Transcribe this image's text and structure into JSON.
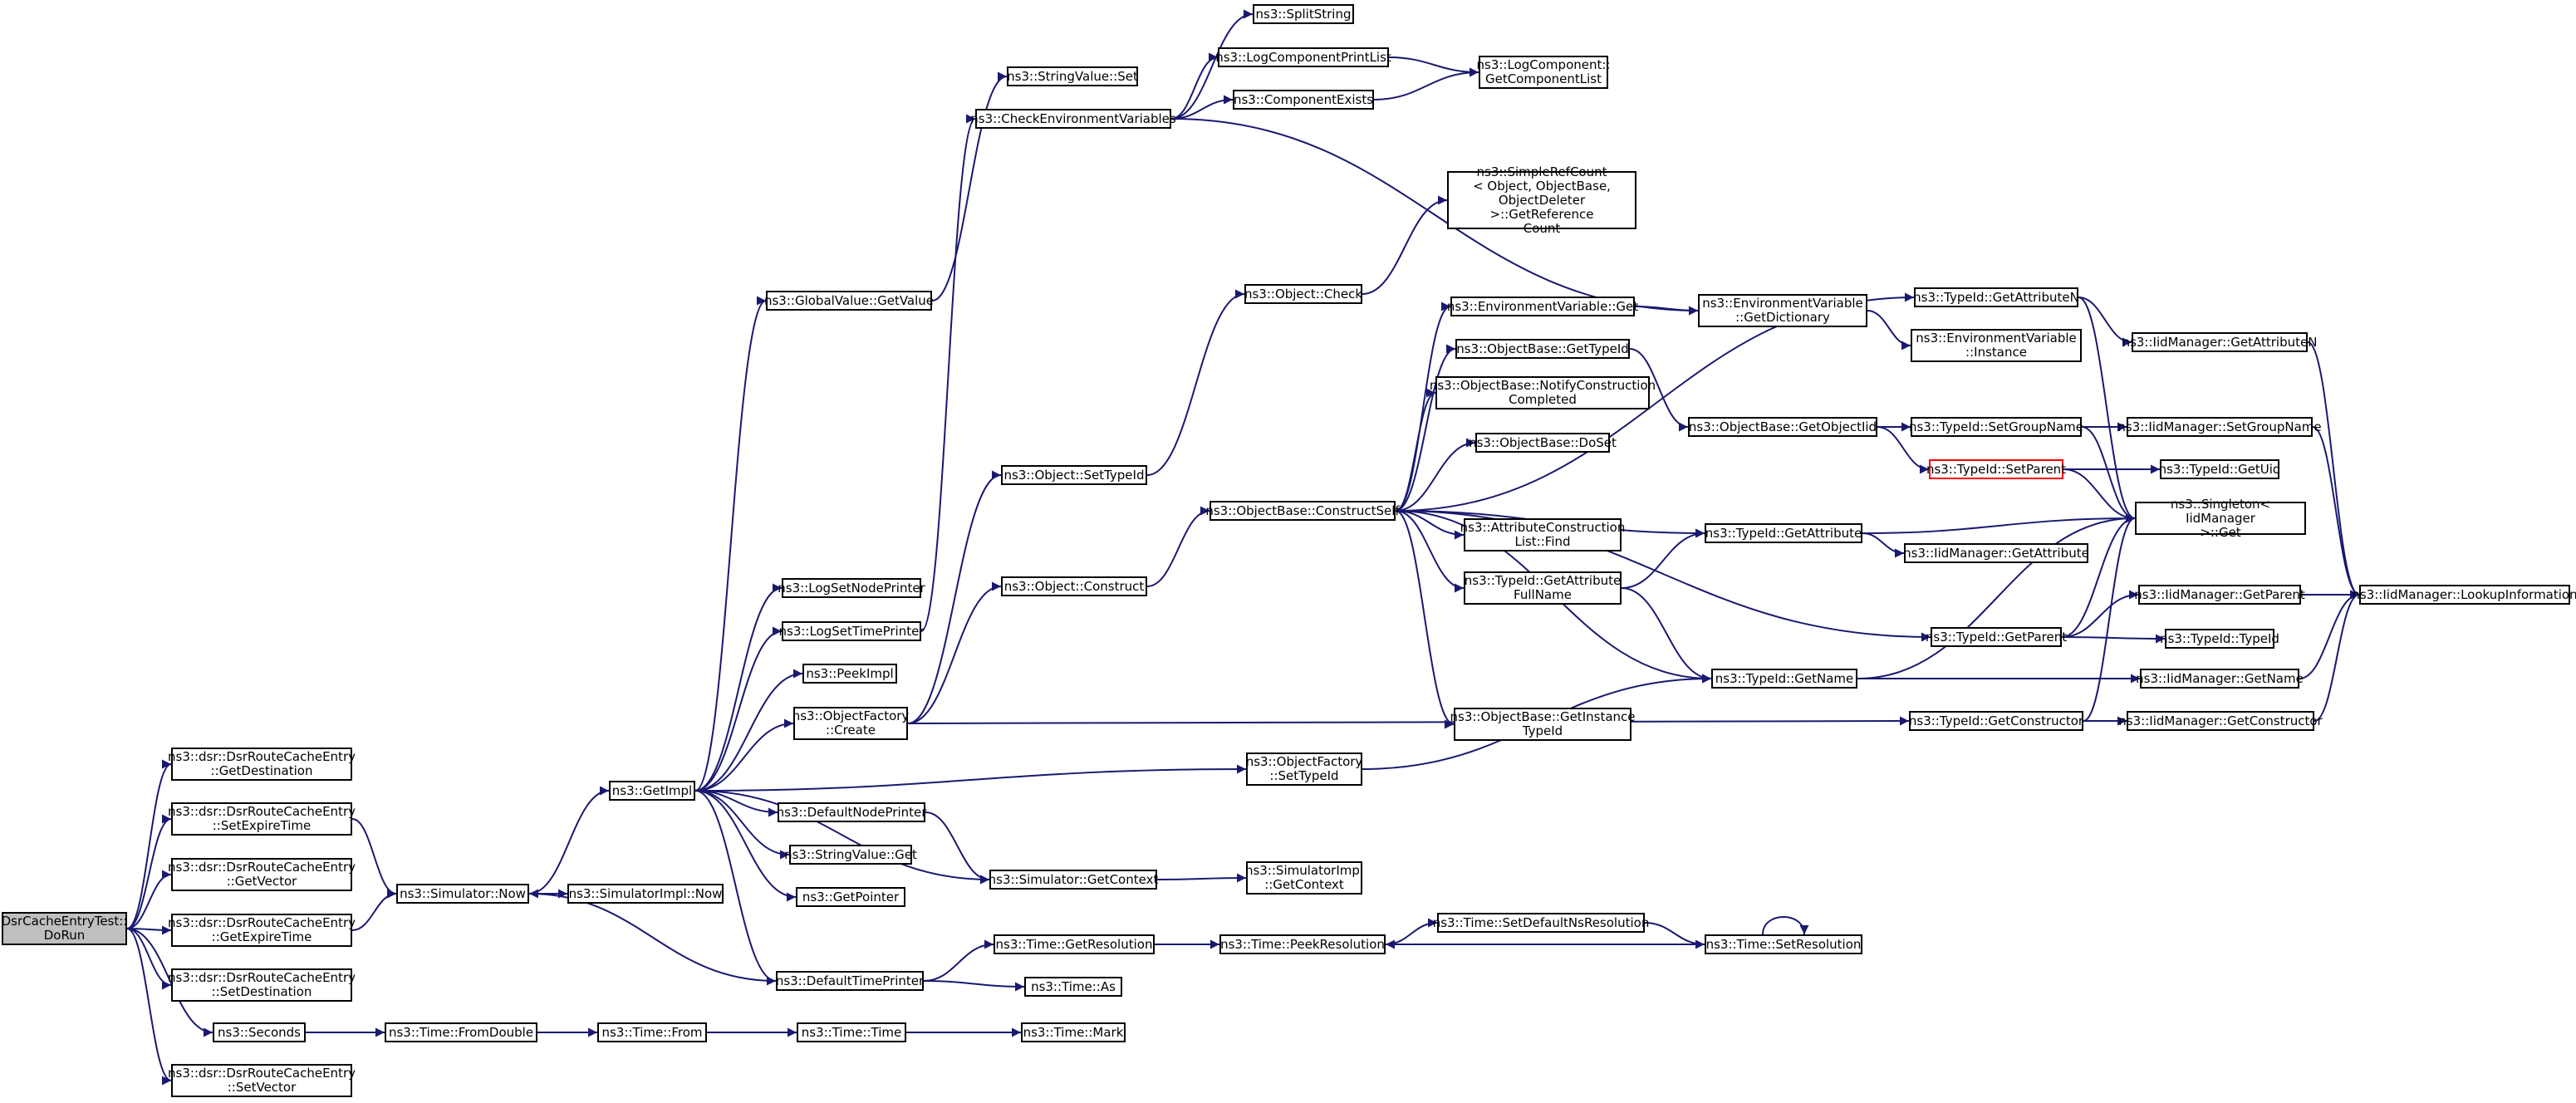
{
  "nodes": [
    {
      "id": "root",
      "label": "DsrCacheEntryTest::\nDoRun"
    },
    {
      "id": "getdest",
      "label": "ns3::dsr::DsrRouteCacheEntry\n::GetDestination"
    },
    {
      "id": "setexpire",
      "label": "ns3::dsr::DsrRouteCacheEntry\n::SetExpireTime"
    },
    {
      "id": "getvector",
      "label": "ns3::dsr::DsrRouteCacheEntry\n::GetVector"
    },
    {
      "id": "getexpire",
      "label": "ns3::dsr::DsrRouteCacheEntry\n::GetExpireTime"
    },
    {
      "id": "setdest",
      "label": "ns3::dsr::DsrRouteCacheEntry\n::SetDestination"
    },
    {
      "id": "seconds",
      "label": "ns3::Seconds"
    },
    {
      "id": "setvector",
      "label": "ns3::dsr::DsrRouteCacheEntry\n::SetVector"
    },
    {
      "id": "simnow",
      "label": "ns3::Simulator::Now"
    },
    {
      "id": "fromdouble",
      "label": "ns3::Time::FromDouble"
    },
    {
      "id": "simimplnow",
      "label": "ns3::SimulatorImpl::Now"
    },
    {
      "id": "getimpl",
      "label": "ns3::GetImpl"
    },
    {
      "id": "timefrom",
      "label": "ns3::Time::From"
    },
    {
      "id": "globalget",
      "label": "ns3::GlobalValue::GetValue"
    },
    {
      "id": "logsetnode",
      "label": "ns3::LogSetNodePrinter"
    },
    {
      "id": "logsettime",
      "label": "ns3::LogSetTimePrinter"
    },
    {
      "id": "peekimpl",
      "label": "ns3::PeekImpl"
    },
    {
      "id": "objfcreate",
      "label": "ns3::ObjectFactory\n::Create"
    },
    {
      "id": "defnodeprinter",
      "label": "ns3::DefaultNodePrinter"
    },
    {
      "id": "strvalget",
      "label": "ns3::StringValue::Get"
    },
    {
      "id": "getpointer",
      "label": "ns3::GetPointer"
    },
    {
      "id": "deftimeprinter",
      "label": "ns3::DefaultTimePrinter"
    },
    {
      "id": "timetime",
      "label": "ns3::Time::Time"
    },
    {
      "id": "strvalset",
      "label": "ns3::StringValue::Set"
    },
    {
      "id": "checkenv",
      "label": "ns3::CheckEnvironmentVariables"
    },
    {
      "id": "objsettypeid",
      "label": "ns3::Object::SetTypeId"
    },
    {
      "id": "objconstruct",
      "label": "ns3::Object::Construct"
    },
    {
      "id": "simgetctx",
      "label": "ns3::Simulator::GetContext"
    },
    {
      "id": "timegetres",
      "label": "ns3::Time::GetResolution"
    },
    {
      "id": "timeas",
      "label": "ns3::Time::As"
    },
    {
      "id": "timemark",
      "label": "ns3::Time::Mark"
    },
    {
      "id": "splitstring",
      "label": "ns3::SplitString"
    },
    {
      "id": "logcompprint",
      "label": "ns3::LogComponentPrintList"
    },
    {
      "id": "compexists",
      "label": "ns3::ComponentExists"
    },
    {
      "id": "objcheck",
      "label": "ns3::Object::Check"
    },
    {
      "id": "objbaseconstruct",
      "label": "ns3::ObjectBase::ConstructSelf"
    },
    {
      "id": "objfsettypeid",
      "label": "ns3::ObjectFactory\n::SetTypeId"
    },
    {
      "id": "simimplgetctx",
      "label": "ns3::SimulatorImpl\n::GetContext"
    },
    {
      "id": "peekres",
      "label": "ns3::Time::PeekResolution"
    },
    {
      "id": "logcompgetlist",
      "label": "ns3::LogComponent::\nGetComponentList"
    },
    {
      "id": "simplerefcount",
      "label": "ns3::SimpleRefCount\n< Object, ObjectBase,\n ObjectDeleter >::GetReference\nCount"
    },
    {
      "id": "envvarget",
      "label": "ns3::EnvironmentVariable::Get"
    },
    {
      "id": "objbasegettypeid",
      "label": "ns3::ObjectBase::GetTypeId"
    },
    {
      "id": "objbasenotify",
      "label": "ns3::ObjectBase::NotifyConstruction\nCompleted"
    },
    {
      "id": "objbasedoset",
      "label": "ns3::ObjectBase::DoSet"
    },
    {
      "id": "attrconstrfind",
      "label": "ns3::AttributeConstruction\nList::Find"
    },
    {
      "id": "typeidgetattrfull",
      "label": "ns3::TypeId::GetAttribute\nFullName"
    },
    {
      "id": "objbasegetinst",
      "label": "ns3::ObjectBase::GetInstance\nTypeId"
    },
    {
      "id": "setdefnsres",
      "label": "ns3::Time::SetDefaultNsResolution"
    },
    {
      "id": "envvargetdict",
      "label": "ns3::EnvironmentVariable\n::GetDictionary"
    },
    {
      "id": "objbasegetobjtid",
      "label": "ns3::ObjectBase::GetObjectIid"
    },
    {
      "id": "typeidgetattr",
      "label": "ns3::TypeId::GetAttribute"
    },
    {
      "id": "typeidgetname",
      "label": "ns3::TypeId::GetName"
    },
    {
      "id": "timesetres",
      "label": "ns3::Time::SetResolution"
    },
    {
      "id": "typeidgetattrn",
      "label": "ns3::TypeId::GetAttributeN"
    },
    {
      "id": "envvarinstance",
      "label": "ns3::EnvironmentVariable\n::Instance"
    },
    {
      "id": "typeidsetgroup",
      "label": "ns3::TypeId::SetGroupName"
    },
    {
      "id": "typeidsetparent",
      "label": "ns3::TypeId::SetParent"
    },
    {
      "id": "iidgetattribute",
      "label": "ns3::IidManager::GetAttribute"
    },
    {
      "id": "typeidgetparent",
      "label": "ns3::TypeId::GetParent"
    },
    {
      "id": "typeidgetctor",
      "label": "ns3::TypeId::GetConstructor"
    },
    {
      "id": "iidgetattrn",
      "label": "ns3::IidManager::GetAttributeN"
    },
    {
      "id": "iidsetgroup",
      "label": "ns3::IidManager::SetGroupName"
    },
    {
      "id": "typeidgetuid",
      "label": "ns3::TypeId::GetUid"
    },
    {
      "id": "singletonget",
      "label": "ns3::Singleton< IidManager\n >::Get"
    },
    {
      "id": "iidgetparent",
      "label": "ns3::IidManager::GetParent"
    },
    {
      "id": "typeidtypeid",
      "label": "ns3::TypeId::TypeId"
    },
    {
      "id": "iidgetname",
      "label": "ns3::IidManager::GetName"
    },
    {
      "id": "iidgetctor",
      "label": "ns3::IidManager::GetConstructor"
    },
    {
      "id": "iidlookup",
      "label": "ns3::IidManager::LookupInformation"
    }
  ],
  "edges": [
    [
      "root",
      "getdest"
    ],
    [
      "root",
      "setexpire"
    ],
    [
      "root",
      "getvector"
    ],
    [
      "root",
      "getexpire"
    ],
    [
      "root",
      "setdest"
    ],
    [
      "root",
      "seconds"
    ],
    [
      "root",
      "setvector"
    ],
    [
      "setexpire",
      "simnow"
    ],
    [
      "getexpire",
      "simnow"
    ],
    [
      "seconds",
      "fromdouble"
    ],
    [
      "fromdouble",
      "timefrom"
    ],
    [
      "timefrom",
      "timetime"
    ],
    [
      "timetime",
      "timemark"
    ],
    [
      "simnow",
      "getimpl"
    ],
    [
      "simnow",
      "simimplnow"
    ],
    [
      "getimpl",
      "globalget"
    ],
    [
      "getimpl",
      "logsetnode"
    ],
    [
      "getimpl",
      "logsettime"
    ],
    [
      "getimpl",
      "peekimpl"
    ],
    [
      "getimpl",
      "objfcreate"
    ],
    [
      "getimpl",
      "objfsettypeid"
    ],
    [
      "getimpl",
      "defnodeprinter"
    ],
    [
      "getimpl",
      "strvalget"
    ],
    [
      "getimpl",
      "getpointer"
    ],
    [
      "getimpl",
      "deftimeprinter"
    ],
    [
      "getimpl",
      "simgetctx"
    ],
    [
      "deftimeprinter",
      "simnow"
    ],
    [
      "globalget",
      "strvalset"
    ],
    [
      "logsettime",
      "checkenv"
    ],
    [
      "objfcreate",
      "objsettypeid"
    ],
    [
      "objfcreate",
      "objconstruct"
    ],
    [
      "objfcreate",
      "typeidgetctor"
    ],
    [
      "defnodeprinter",
      "simgetctx"
    ],
    [
      "deftimeprinter",
      "timegetres"
    ],
    [
      "deftimeprinter",
      "timeas"
    ],
    [
      "checkenv",
      "splitstring"
    ],
    [
      "checkenv",
      "logcompprint"
    ],
    [
      "checkenv",
      "compexists"
    ],
    [
      "checkenv",
      "envvargetdict"
    ],
    [
      "logcompprint",
      "logcompgetlist"
    ],
    [
      "compexists",
      "logcompgetlist"
    ],
    [
      "objsettypeid",
      "objcheck"
    ],
    [
      "objcheck",
      "simplerefcount"
    ],
    [
      "objconstruct",
      "objbaseconstruct"
    ],
    [
      "objbaseconstruct",
      "typeidgetattrn"
    ],
    [
      "objbaseconstruct",
      "envvarget"
    ],
    [
      "objbaseconstruct",
      "objbasegettypeid"
    ],
    [
      "objbaseconstruct",
      "objbasenotify"
    ],
    [
      "objbaseconstruct",
      "objbasedoset"
    ],
    [
      "objbaseconstruct",
      "attrconstrfind"
    ],
    [
      "objbaseconstruct",
      "typeidgetattr"
    ],
    [
      "objbaseconstruct",
      "typeidgetattrfull"
    ],
    [
      "objbaseconstruct",
      "typeidgetparent"
    ],
    [
      "objbaseconstruct",
      "typeidgetname"
    ],
    [
      "objbaseconstruct",
      "objbasegetinst"
    ],
    [
      "simgetctx",
      "simimplgetctx"
    ],
    [
      "timegetres",
      "peekres"
    ],
    [
      "objfsettypeid",
      "typeidgetname"
    ],
    [
      "envvarget",
      "envvargetdict"
    ],
    [
      "envvargetdict",
      "envvarinstance"
    ],
    [
      "objbasegettypeid",
      "objbasegetobjtid"
    ],
    [
      "objbasegetobjtid",
      "typeidsetgroup"
    ],
    [
      "objbasegetobjtid",
      "typeidsetparent"
    ],
    [
      "typeidgetattrfull",
      "typeidgetattr"
    ],
    [
      "typeidgetattrfull",
      "typeidgetname"
    ],
    [
      "typeidgetattr",
      "singletonget"
    ],
    [
      "typeidgetattr",
      "iidgetattribute"
    ],
    [
      "typeidgetname",
      "singletonget"
    ],
    [
      "typeidgetname",
      "iidgetname"
    ],
    [
      "peekres",
      "setdefnsres"
    ],
    [
      "setdefnsres",
      "timesetres"
    ],
    [
      "timesetres",
      "peekres"
    ],
    [
      "timesetres",
      "timesetres"
    ],
    [
      "typeidgetattrn",
      "iidgetattrn"
    ],
    [
      "typeidgetattrn",
      "singletonget"
    ],
    [
      "typeidsetgroup",
      "iidsetgroup"
    ],
    [
      "typeidsetgroup",
      "singletonget"
    ],
    [
      "typeidsetparent",
      "typeidgetuid"
    ],
    [
      "typeidsetparent",
      "singletonget"
    ],
    [
      "typeidgetparent",
      "singletonget"
    ],
    [
      "typeidgetparent",
      "iidgetparent"
    ],
    [
      "typeidgetparent",
      "typeidtypeid"
    ],
    [
      "typeidgetctor",
      "singletonget"
    ],
    [
      "typeidgetctor",
      "iidgetctor"
    ],
    [
      "iidgetattrn",
      "iidlookup"
    ],
    [
      "iidsetgroup",
      "iidlookup"
    ],
    [
      "iidgetparent",
      "iidlookup"
    ],
    [
      "iidgetname",
      "iidlookup"
    ],
    [
      "iidgetctor",
      "iidlookup"
    ]
  ],
  "colors": {
    "edge": "#191970",
    "root_fill": "#bfbfbf",
    "highlight_border": "#ff0000"
  }
}
